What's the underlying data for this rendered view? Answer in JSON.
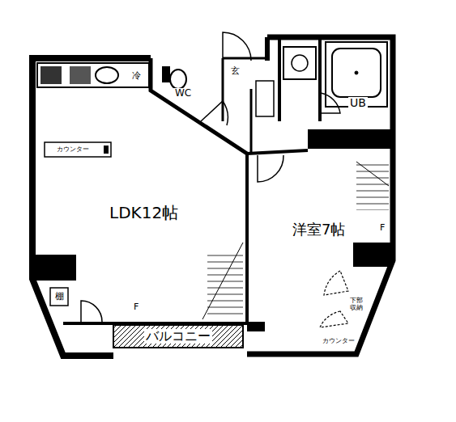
{
  "diagram": {
    "labels": [
      "LDK12帖",
      "洋室7帖",
      "WC",
      "UB",
      "玄",
      "冷",
      "カウンター",
      "カウンター",
      "F",
      "F",
      "下部収納",
      "バルコニー",
      "棚"
    ]
  }
}
